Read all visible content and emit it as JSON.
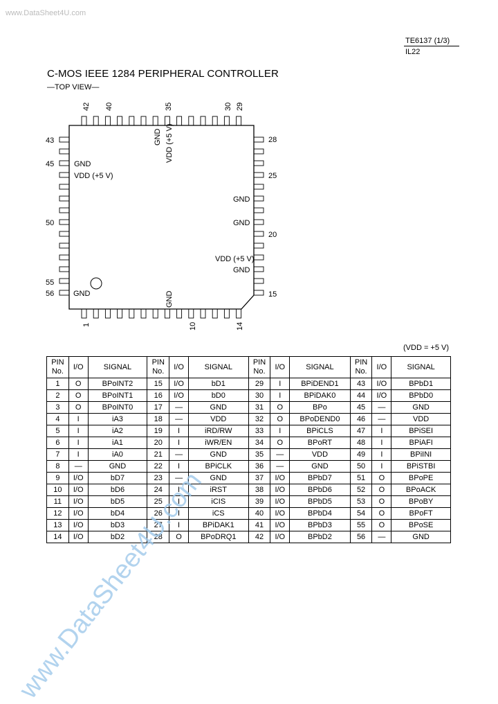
{
  "watermark_top": "www.DataSheet4U.com",
  "watermark_diagonal": "www.DataSheet4U.com",
  "doc_id": "TE6137 (1/3)",
  "doc_sub": "IL22",
  "title": "C-MOS IEEE 1284 PERIPHERAL CONTROLLER",
  "subtitle": "—TOP VIEW—",
  "pkg_labels": {
    "top": [
      "42",
      "40",
      "35",
      "30",
      "29"
    ],
    "right": [
      "28",
      "25",
      "20",
      "15"
    ],
    "bottom": [
      "1",
      "10",
      "14"
    ],
    "left": [
      "43",
      "45",
      "50",
      "55",
      "56"
    ],
    "inside": {
      "gnd_top": "GND",
      "vdd_top": "VDD (+5 V)",
      "gnd45": "GND",
      "vdd46": "VDD (+5 V)",
      "gnd_r1": "GND",
      "gnd_r2": "GND",
      "vdd_r": "VDD (+5 V)",
      "gnd_r3": "GND",
      "gnd56": "GND",
      "gnd_bottom": "GND"
    }
  },
  "vdd_note": "(VDD = +5 V)",
  "table": {
    "headers": {
      "pin": "PIN No.",
      "io": "I/O",
      "signal": "SIGNAL"
    },
    "rows": [
      [
        [
          "1",
          "O",
          "BPoINT2"
        ],
        [
          "15",
          "I/O",
          "bD1"
        ],
        [
          "29",
          "I",
          "BPiDEND1"
        ],
        [
          "43",
          "I/O",
          "BPbD1"
        ]
      ],
      [
        [
          "2",
          "O",
          "BPoINT1"
        ],
        [
          "16",
          "I/O",
          "bD0"
        ],
        [
          "30",
          "I",
          "BPiDAK0"
        ],
        [
          "44",
          "I/O",
          "BPbD0"
        ]
      ],
      [
        [
          "3",
          "O",
          "BPoINT0"
        ],
        [
          "17",
          "—",
          "GND"
        ],
        [
          "31",
          "O",
          "BPo"
        ],
        [
          "45",
          "—",
          "GND"
        ]
      ],
      [
        [
          "4",
          "I",
          "iA3"
        ],
        [
          "18",
          "—",
          "VDD"
        ],
        [
          "32",
          "O",
          "BPoDEND0"
        ],
        [
          "46",
          "—",
          "VDD"
        ]
      ],
      [
        [
          "5",
          "I",
          "iA2"
        ],
        [
          "19",
          "I",
          "iRD/RW"
        ],
        [
          "33",
          "I",
          "BPiCLS"
        ],
        [
          "47",
          "I",
          "BPiSEI"
        ]
      ],
      [
        [
          "6",
          "I",
          "iA1"
        ],
        [
          "20",
          "I",
          "iWR/EN"
        ],
        [
          "34",
          "O",
          "BPoRT"
        ],
        [
          "48",
          "I",
          "BPiAFI"
        ]
      ],
      [
        [
          "7",
          "I",
          "iA0"
        ],
        [
          "21",
          "—",
          "GND"
        ],
        [
          "35",
          "—",
          "VDD"
        ],
        [
          "49",
          "I",
          "BPiINI"
        ]
      ],
      [
        [
          "8",
          "—",
          "GND"
        ],
        [
          "22",
          "I",
          "BPiCLK"
        ],
        [
          "36",
          "—",
          "GND"
        ],
        [
          "50",
          "I",
          "BPiSTBI"
        ]
      ],
      [
        [
          "9",
          "I/O",
          "bD7"
        ],
        [
          "23",
          "—",
          "GND"
        ],
        [
          "37",
          "I/O",
          "BPbD7"
        ],
        [
          "51",
          "O",
          "BPoPE"
        ]
      ],
      [
        [
          "10",
          "I/O",
          "bD6"
        ],
        [
          "24",
          "I",
          "iRST"
        ],
        [
          "38",
          "I/O",
          "BPbD6"
        ],
        [
          "52",
          "O",
          "BPoACK"
        ]
      ],
      [
        [
          "11",
          "I/O",
          "bD5"
        ],
        [
          "25",
          "I",
          "iCIS"
        ],
        [
          "39",
          "I/O",
          "BPbD5"
        ],
        [
          "53",
          "O",
          "BPoBY"
        ]
      ],
      [
        [
          "12",
          "I/O",
          "bD4"
        ],
        [
          "26",
          "I",
          "iCS"
        ],
        [
          "40",
          "I/O",
          "BPbD4"
        ],
        [
          "54",
          "O",
          "BPoFT"
        ]
      ],
      [
        [
          "13",
          "I/O",
          "bD3"
        ],
        [
          "27",
          "I",
          "BPiDAK1"
        ],
        [
          "41",
          "I/O",
          "BPbD3"
        ],
        [
          "55",
          "O",
          "BPoSE"
        ]
      ],
      [
        [
          "14",
          "I/O",
          "bD2"
        ],
        [
          "28",
          "O",
          "BPoDRQ1"
        ],
        [
          "42",
          "I/O",
          "BPbD2"
        ],
        [
          "56",
          "—",
          "GND"
        ]
      ]
    ]
  }
}
